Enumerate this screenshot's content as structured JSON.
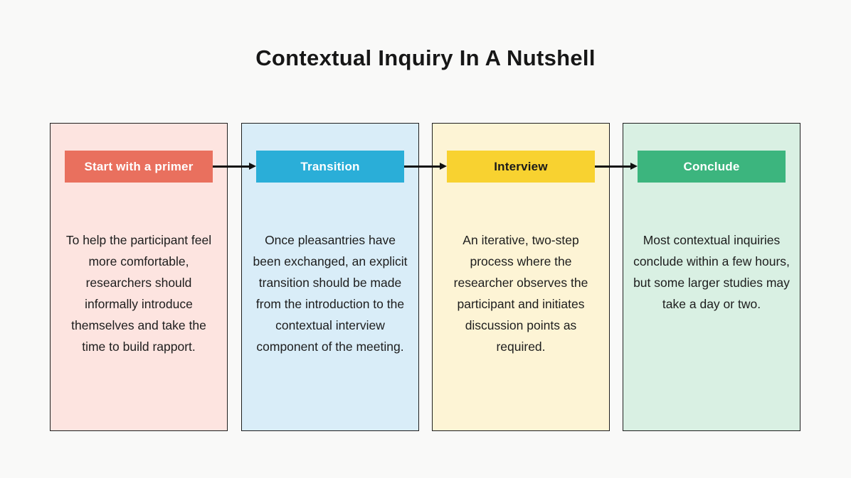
{
  "page": {
    "title": "Contextual Inquiry In A Nutshell",
    "background_color": "#f9f9f8"
  },
  "flow": {
    "arrow_color": "#111111"
  },
  "steps": [
    {
      "label": "Start with a primer",
      "description": "To help the participant feel more comfortable, researchers should informally introduce themselves and take the time to build rapport.",
      "card_color": "#fde4e0",
      "button_color": "#e9705e",
      "button_text_color": "#ffffff"
    },
    {
      "label": "Transition",
      "description": "Once pleasantries have been exchanged, an explicit transition should be made from the introduction to the contextual interview component of the meeting.",
      "card_color": "#d9edf8",
      "button_color": "#2aaed8",
      "button_text_color": "#ffffff"
    },
    {
      "label": "Interview",
      "description": "An iterative, two-step process where the researcher observes the participant and initiates discussion points as required.",
      "card_color": "#fdf4d5",
      "button_color": "#f8d230",
      "button_text_color": "#1a1a1a"
    },
    {
      "label": "Conclude",
      "description": "Most contextual inquiries conclude within a few hours, but some larger studies may take a day or two.",
      "card_color": "#d9f0e3",
      "button_color": "#3cb57e",
      "button_text_color": "#ffffff"
    }
  ]
}
